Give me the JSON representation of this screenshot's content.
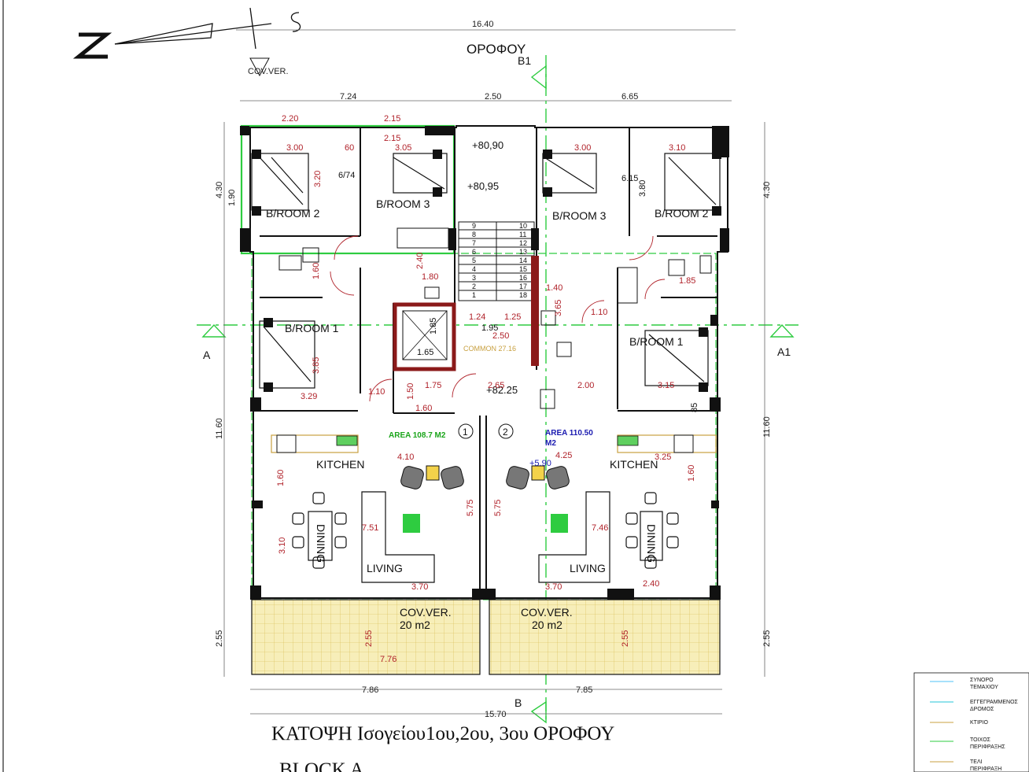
{
  "header": {
    "floor_label": "ΟΡΟΦΟΥ",
    "north_letter": "N",
    "south_letter": "S",
    "cov_ver_top": "COV.VER."
  },
  "section_marks": {
    "b1": "B1",
    "b": "B",
    "a": "A",
    "a1": "A1"
  },
  "overall_dims": {
    "top_width": "16.40",
    "bottom_width": "15.70",
    "top_left": "7.24",
    "top_mid": "2.50",
    "top_right": "6.65",
    "bottom_left": "7.86",
    "bottom_right": "7.85",
    "left_upper": "4.30",
    "left_upper_inner": "1.90",
    "left_mid": "11.60",
    "left_lower": "2.55",
    "right_upper": "4.30",
    "right_mid": "11.60",
    "right_lower": "2.55"
  },
  "rooms": {
    "broom2_left": "B/ROOM 2",
    "broom3_left": "B/ROOM 3",
    "broom1_left": "B/ROOM 1",
    "broom3_right": "B/ROOM 3",
    "broom2_right": "B/ROOM 2",
    "broom1_right": "B/ROOM 1",
    "kitchen_left": "KITCHEN",
    "kitchen_right": "KITCHEN",
    "dining_left": "DINING",
    "dining_right": "DINING",
    "living_left": "LIVING",
    "living_right": "LIVING",
    "cov_left": "COV.VER.",
    "cov_left_area": "20 m2",
    "cov_right": "COV.VER.",
    "cov_right_area": "20 m2"
  },
  "areas": {
    "left_area": "AREA  108.7  M2",
    "right_area_1": "AREA   110.50",
    "right_area_2": "M2",
    "common": "COMMON 27.16",
    "unit1": "1",
    "unit2": "2"
  },
  "levels": {
    "l1": "+80,90",
    "l2": "+80,95",
    "l3": "+82.25",
    "l4": "+5.90"
  },
  "inner_dims": {
    "d_220": "2.20",
    "d_215a": "2.15",
    "d_215b": "2.15",
    "d_300a": "3.00",
    "d_060": "60",
    "d_305": "3.05",
    "d_320": "3.20",
    "d_674": "6/74",
    "d_300b": "3.00",
    "d_310": "3.10",
    "d_615": "6.15",
    "d_380": "3.80",
    "d_240": "2.40",
    "d_180": "1.80",
    "d_160a": "1.60",
    "d_185a": "1.85",
    "d_140": "1.40",
    "d_124": "1.24",
    "d_125": "1.25",
    "d_250": "2.50",
    "d_195": "1.95",
    "d_365": "3.65",
    "d_110a": "1.10",
    "d_185b": "1.85",
    "d_165": "1.65",
    "d_110b": "1.10",
    "d_175": "1.75",
    "d_265": "2.65",
    "d_200": "2.00",
    "d_150": "1.50",
    "d_160b": "1.60",
    "d_329": "3.29",
    "d_315": "3.15",
    "d_385": "3.85",
    "d_085": "85",
    "d_410": "4.10",
    "d_425": "4.25",
    "d_325": "3.25",
    "d_160c": "1.60",
    "d_160d": "1.60",
    "d_575a": "5.75",
    "d_575b": "5.75",
    "d_751": "7.51",
    "d_746": "7.46",
    "d_310b": "3.10",
    "d_370a": "3.70",
    "d_370b": "3.70",
    "d_240b": "2.40",
    "d_255a": "2.55",
    "d_255b": "2.55",
    "d_776": "7.76"
  },
  "stairs": [
    "9",
    "8",
    "7",
    "6",
    "5",
    "4",
    "3",
    "2",
    "1",
    "10",
    "11",
    "12",
    "13",
    "14",
    "15",
    "16",
    "17",
    "18"
  ],
  "caption": {
    "line1": "ΚΑΤΟΨΗ Ισογείου1ου,2ου, 3ου  ΟΡΟΦΟΥ",
    "line2": "BLOCK A"
  },
  "legend": [
    {
      "label1": "ΣΥΝΟΡΟ",
      "label2": "ΤΕΜΑΧΙΟΥ",
      "color": "#4fc3f7"
    },
    {
      "label1": "ΕΓΓΕΓΡΑΜΜΕΝΟΣ",
      "label2": "ΔΡΟΜΟΣ",
      "color": "#26c6da"
    },
    {
      "label1": "ΚΤΙΡΙΟ",
      "label2": "",
      "color": "#c8a040"
    },
    {
      "label1": "ΤΟΙΧΟΣ",
      "label2": "ΠΕΡΙΦΡΑΞΗΣ",
      "color": "#2ecc40"
    },
    {
      "label1": "ΤΕΛΙ",
      "label2": "ΠΕΡΙΦΡΑΞΗ",
      "color": "#c8a040"
    }
  ],
  "colors": {
    "dimension": "#b0222a",
    "wall": "#111111",
    "boundary_green": "#2ecc40",
    "axis_cyan": "#26c6da",
    "veranda_fill": "#f7eeb9"
  }
}
